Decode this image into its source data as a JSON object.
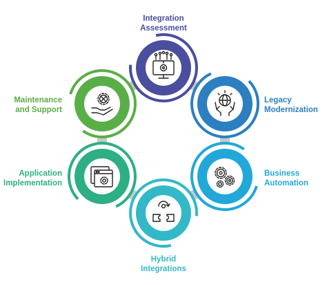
{
  "nodes": [
    {
      "id": "integration-assessment",
      "lines": [
        "Integration",
        "Assessment"
      ],
      "color": "#4A4E9E",
      "icon": "monitor-gear-network-icon"
    },
    {
      "id": "legacy-modernization",
      "lines": [
        "Legacy",
        "Modernization"
      ],
      "color": "#2C7FC1",
      "icon": "hands-globe-icon"
    },
    {
      "id": "business-automation",
      "lines": [
        "Business",
        "Automation"
      ],
      "color": "#22A7D9",
      "icon": "gears-icon"
    },
    {
      "id": "hybrid-integrations",
      "lines": [
        "Hybrid",
        "Integrations"
      ],
      "color": "#33B8C7",
      "icon": "puzzle-sync-icon"
    },
    {
      "id": "application-implementation",
      "lines": [
        "Application",
        "Implementation"
      ],
      "color": "#2EAE84",
      "icon": "window-gear-icon"
    },
    {
      "id": "maintenance-and-support",
      "lines": [
        "Maintenance",
        "and Support"
      ],
      "color": "#5AAE47",
      "icon": "hand-gear-wrench-icon"
    }
  ]
}
